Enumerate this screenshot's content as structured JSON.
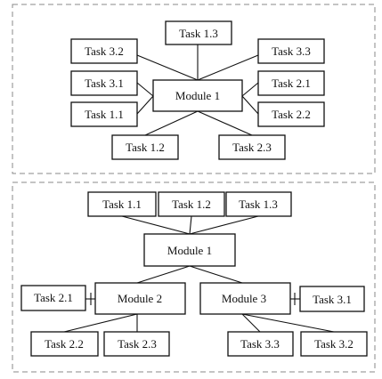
{
  "colors": {
    "frame": "#8a8a8a",
    "box_stroke": "#111111",
    "box_fill": "#ffffff",
    "text": "#111111"
  },
  "top_panel": {
    "task_3_2": "Task 3.2",
    "task_1_3": "Task 1.3",
    "task_3_3": "Task 3.3",
    "task_3_1": "Task 3.1",
    "module_1": "Module 1",
    "task_2_1": "Task 2.1",
    "task_1_1": "Task 1.1",
    "task_2_2": "Task 2.2",
    "task_1_2": "Task 1.2",
    "task_2_3": "Task 2.3"
  },
  "bottom_panel": {
    "task_1_1": "Task 1.1",
    "task_1_2": "Task 1.2",
    "task_1_3": "Task 1.3",
    "module_1": "Module 1",
    "task_2_1": "Task 2.1",
    "module_2": "Module 2",
    "module_3": "Module 3",
    "task_3_1": "Task 3.1",
    "task_2_2": "Task 2.2",
    "task_2_3": "Task 2.3",
    "task_3_3": "Task 3.3",
    "task_3_2": "Task 3.2"
  }
}
